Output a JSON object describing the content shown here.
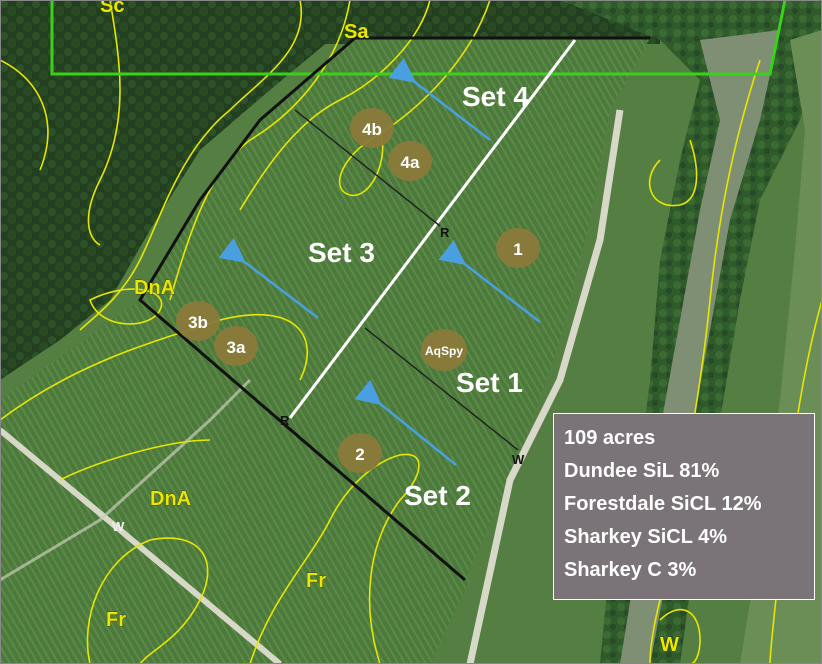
{
  "map": {
    "sets": [
      {
        "id": "set-1",
        "label": "Set 1"
      },
      {
        "id": "set-2",
        "label": "Set 2"
      },
      {
        "id": "set-3",
        "label": "Set 3"
      },
      {
        "id": "set-4",
        "label": "Set 4"
      }
    ],
    "markers": [
      {
        "id": "1",
        "label": "1"
      },
      {
        "id": "2",
        "label": "2"
      },
      {
        "id": "3a",
        "label": "3a"
      },
      {
        "id": "3b",
        "label": "3b"
      },
      {
        "id": "4a",
        "label": "4a"
      },
      {
        "id": "4b",
        "label": "4b"
      },
      {
        "id": "aqspy",
        "label": "AqSpy"
      }
    ],
    "soil_labels": [
      "Sc",
      "Sa",
      "DnA",
      "DnA",
      "Fr",
      "Fr",
      "W"
    ],
    "point_labels": [
      "R",
      "R",
      "W",
      "W"
    ],
    "colors": {
      "field_boundary": "#111111",
      "set_divider": "#ffffff",
      "soil_lines": "#e6e600",
      "green_boundary": "#39d11a",
      "arrows": "#4a9fe0",
      "markers": "#8b7a3a"
    }
  },
  "info_box": {
    "lines": [
      "109 acres",
      "Dundee SiL 81%",
      "Forestdale SiCL 12%",
      "Sharkey SiCL 4%",
      "Sharkey C 3%"
    ]
  }
}
